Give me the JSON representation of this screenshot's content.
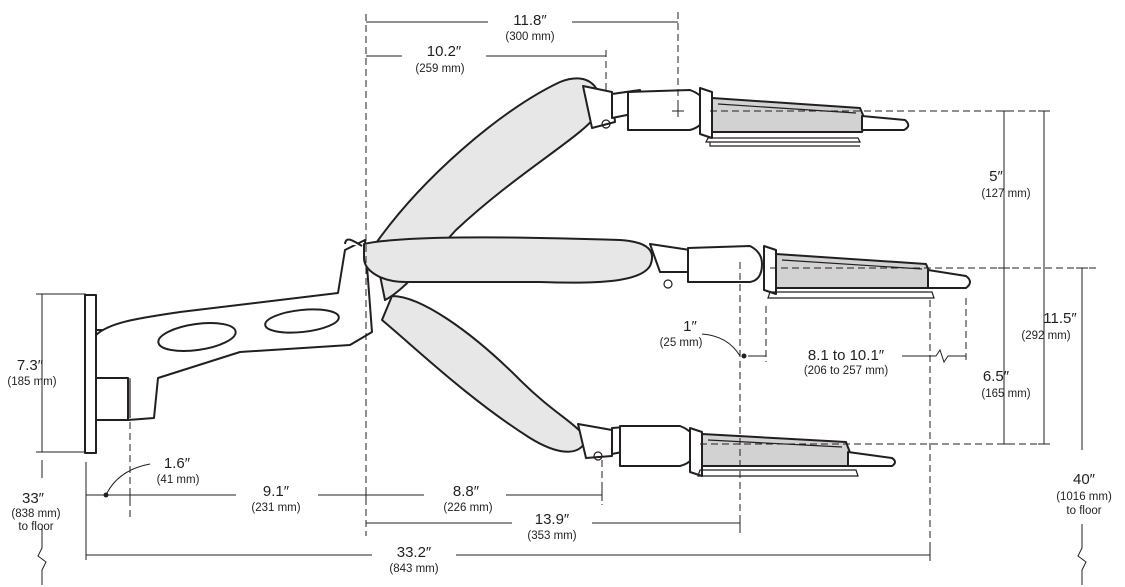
{
  "dimensions": {
    "top_span": {
      "main": "11.8″",
      "sub": "(300 mm)"
    },
    "top_reach": {
      "main": "10.2″",
      "sub": "(259 mm)"
    },
    "raise_height": {
      "main": "5″",
      "sub": "(127 mm)"
    },
    "total_vertical": {
      "main": "11.5″",
      "sub": "(292 mm)"
    },
    "drop_height": {
      "main": "6.5″",
      "sub": "(165 mm)"
    },
    "tray_depth": {
      "main": "8.1 to 10.1″",
      "sub": "(206 to 257 mm)"
    },
    "pivot_offset": {
      "main": "1″",
      "sub": "(25 mm)"
    },
    "mount_height": {
      "main": "7.3″",
      "sub": "(185 mm)"
    },
    "bracket_offset": {
      "main": "1.6″",
      "sub": "(41 mm)"
    },
    "arm_reach": {
      "main": "9.1″",
      "sub": "(231 mm)"
    },
    "lower_reach": {
      "main": "8.8″",
      "sub": "(226 mm)"
    },
    "lower_span": {
      "main": "13.9″",
      "sub": "(353 mm)"
    },
    "overall_length": {
      "main": "33.2″",
      "sub": "(843 mm)"
    },
    "mount_to_floor": {
      "main": "33″",
      "sub": "(838 mm)",
      "note": "to floor"
    },
    "tray_to_floor": {
      "main": "40″",
      "sub": "(1016 mm)",
      "note": "to floor"
    }
  }
}
